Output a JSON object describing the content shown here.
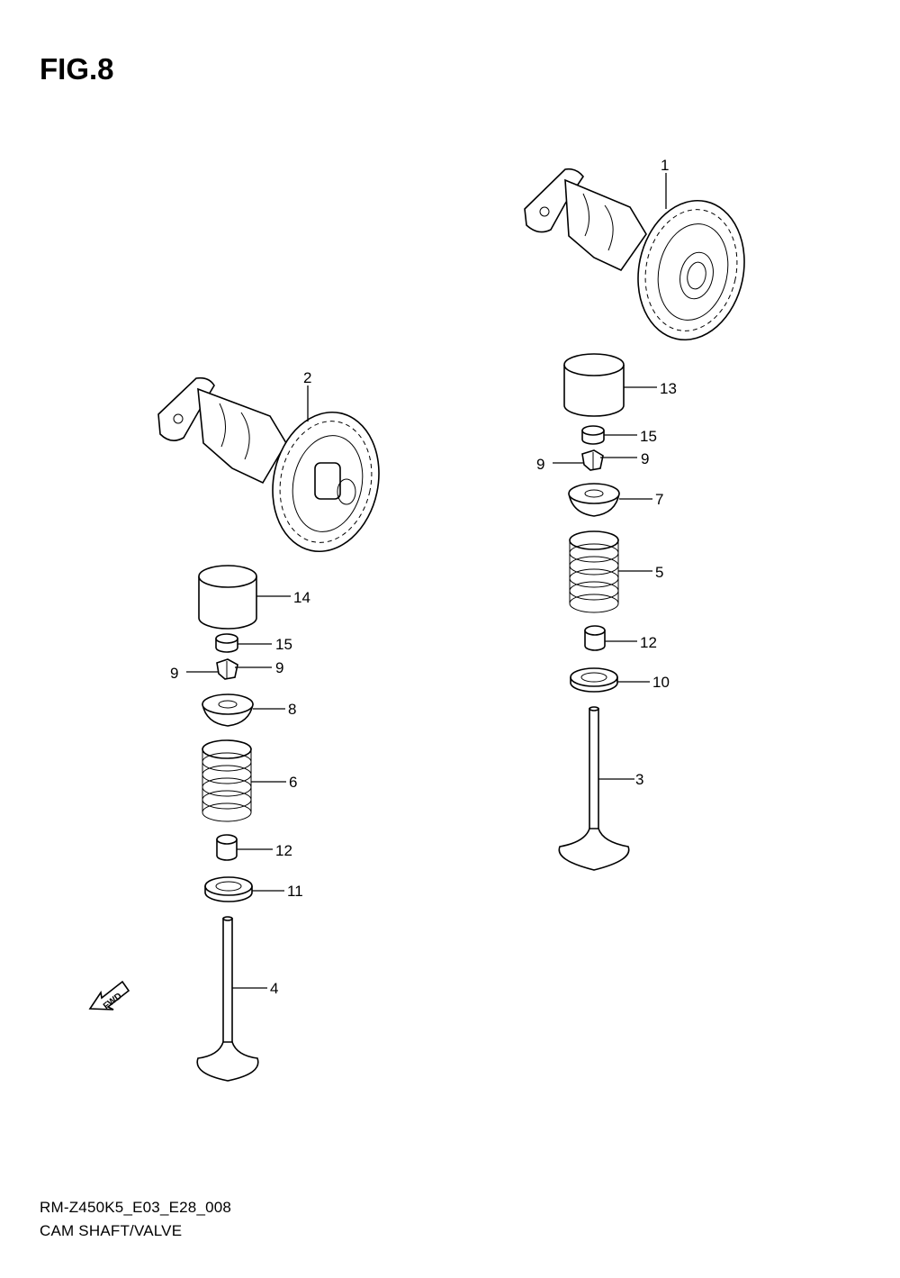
{
  "figure": {
    "title": "FIG.8",
    "model_code": "RM-Z450K5_E03_E28_008",
    "section_name": "CAM SHAFT/VALVE"
  },
  "callouts": {
    "c1": "1",
    "c2": "2",
    "c3": "3",
    "c4": "4",
    "c5": "5",
    "c6": "6",
    "c7": "7",
    "c8": "8",
    "c9_right_left": "9",
    "c9_right_right": "9",
    "c9_left_left": "9",
    "c9_left_right": "9",
    "c10": "10",
    "c11": "11",
    "c12_right": "12",
    "c12_left": "12",
    "c13": "13",
    "c14": "14",
    "c15_right": "15",
    "c15_left": "15"
  },
  "direction_arrow": {
    "label": "FWD"
  }
}
